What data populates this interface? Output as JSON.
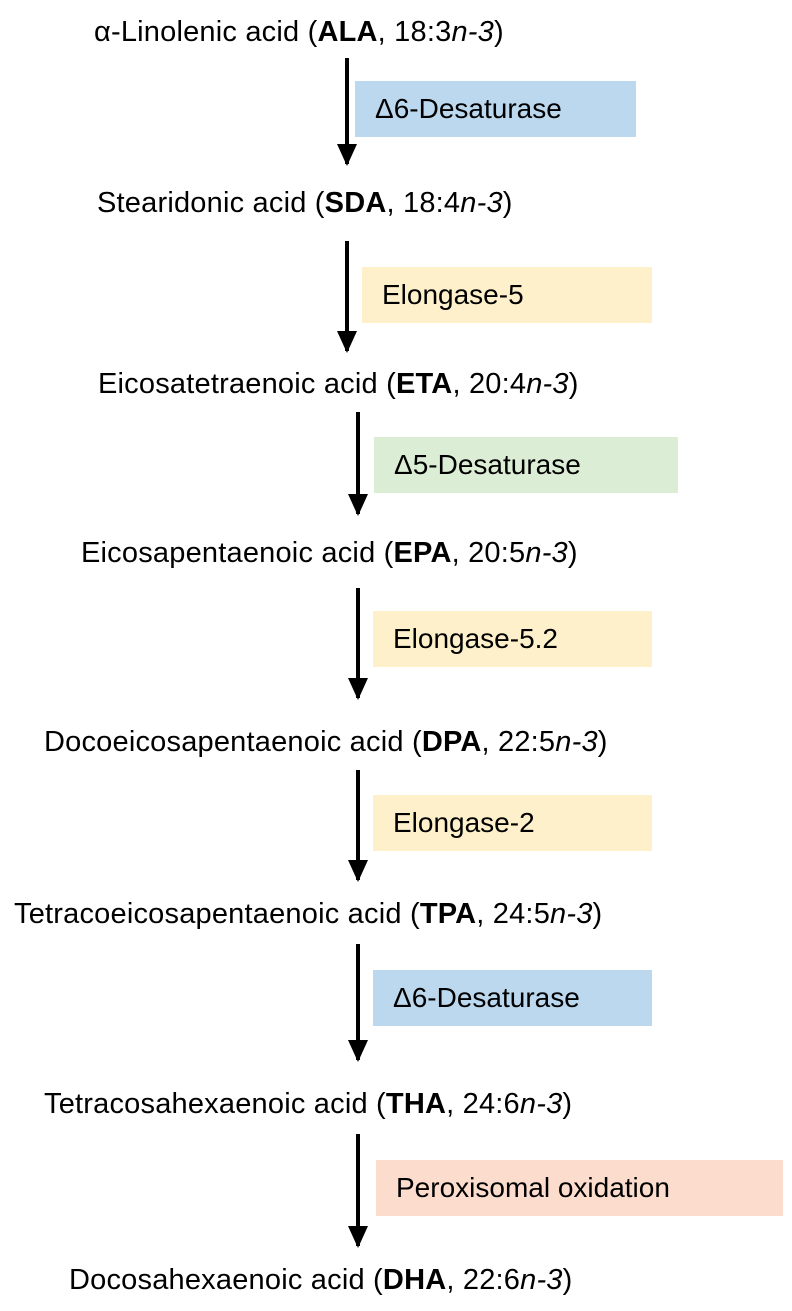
{
  "pathway": {
    "compounds": [
      {
        "pre": "α-Linolenic acid (",
        "abbr": "ALA",
        "mid": ", 18:3",
        "n": "n-3",
        "post": ")"
      },
      {
        "pre": "Stearidonic acid (",
        "abbr": "SDA",
        "mid": ", 18:4",
        "n": "n-3",
        "post": ")"
      },
      {
        "pre": "Eicosatetraenoic acid (",
        "abbr": "ETA",
        "mid": ", 20:4",
        "n": "n-3",
        "post": ")"
      },
      {
        "pre": "Eicosapentaenoic acid (",
        "abbr": "EPA",
        "mid": ", 20:5",
        "n": "n-3",
        "post": ")"
      },
      {
        "pre": "Docoeicosapentaenoic acid (",
        "abbr": "DPA",
        "mid": ", 22:5",
        "n": "n-3",
        "post": ")"
      },
      {
        "pre": "Tetracoeicosapentaenoic acid (",
        "abbr": "TPA",
        "mid": ", 24:5",
        "n": "n-3",
        "post": ")"
      },
      {
        "pre": "Tetracosahexaenoic acid (",
        "abbr": "THA",
        "mid": ", 24:6",
        "n": "n-3",
        "post": ")"
      },
      {
        "pre": "Docosahexaenoic acid (",
        "abbr": "DHA",
        "mid": ", 22:6",
        "n": "n-3",
        "post": ")"
      }
    ],
    "enzymes": [
      {
        "label": "Δ6-Desaturase",
        "color": "#bcd8ee"
      },
      {
        "label": "Elongase-5",
        "color": "#fdf0cb"
      },
      {
        "label": "Δ5-Desaturase",
        "color": "#dcedd6"
      },
      {
        "label": "Elongase-5.2",
        "color": "#fdf0cb"
      },
      {
        "label": "Elongase-2",
        "color": "#fdf0cb"
      },
      {
        "label": "Δ6-Desaturase",
        "color": "#bcd8ee"
      },
      {
        "label": "Peroxisomal oxidation",
        "color": "#fbdccd"
      }
    ]
  }
}
